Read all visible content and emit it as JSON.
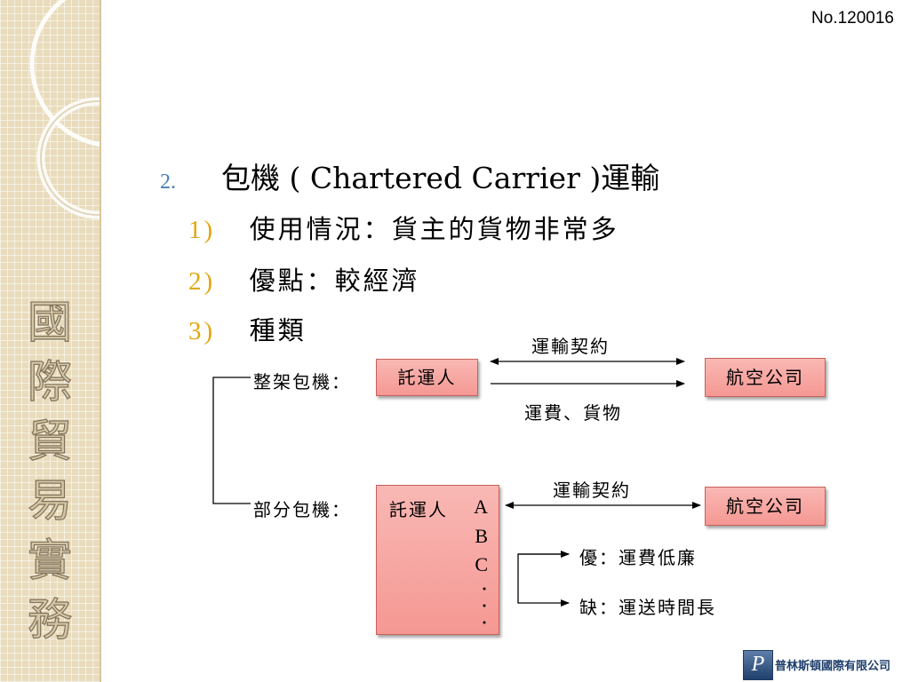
{
  "slide_number": "No.120016",
  "sidebar": {
    "title_chars": [
      "國",
      "際",
      "貿",
      "易",
      "實",
      "務"
    ]
  },
  "heading": {
    "number": "2.",
    "text": "包機 ( Chartered Carrier )運輸"
  },
  "points": [
    {
      "number": "1)",
      "text": "使用情況：貨主的貨物非常多"
    },
    {
      "number": "2)",
      "text": "優點：較經濟"
    },
    {
      "number": "3)",
      "text": "種類"
    }
  ],
  "diagram": {
    "full_charter": {
      "label": "整架包機：",
      "shipper": "託運人",
      "airline": "航空公司",
      "top_arrow_label": "運輸契約",
      "bottom_arrow_label": "運費、貨物"
    },
    "partial_charter": {
      "label": "部分包機：",
      "shipper": "託運人",
      "shipper_list": [
        "A",
        "B",
        "C"
      ],
      "airline": "航空公司",
      "arrow_label": "運輸契約",
      "pro": "優：運費低廉",
      "con": "缺：運送時間長"
    }
  },
  "logo": {
    "mark": "P",
    "text": "普林斯頓國際有限公司"
  },
  "colors": {
    "accent_blue": "#4a7eb5",
    "accent_gold": "#e0a70d",
    "box_fill": "#f7a8a4",
    "band": "#e9dcbc"
  }
}
